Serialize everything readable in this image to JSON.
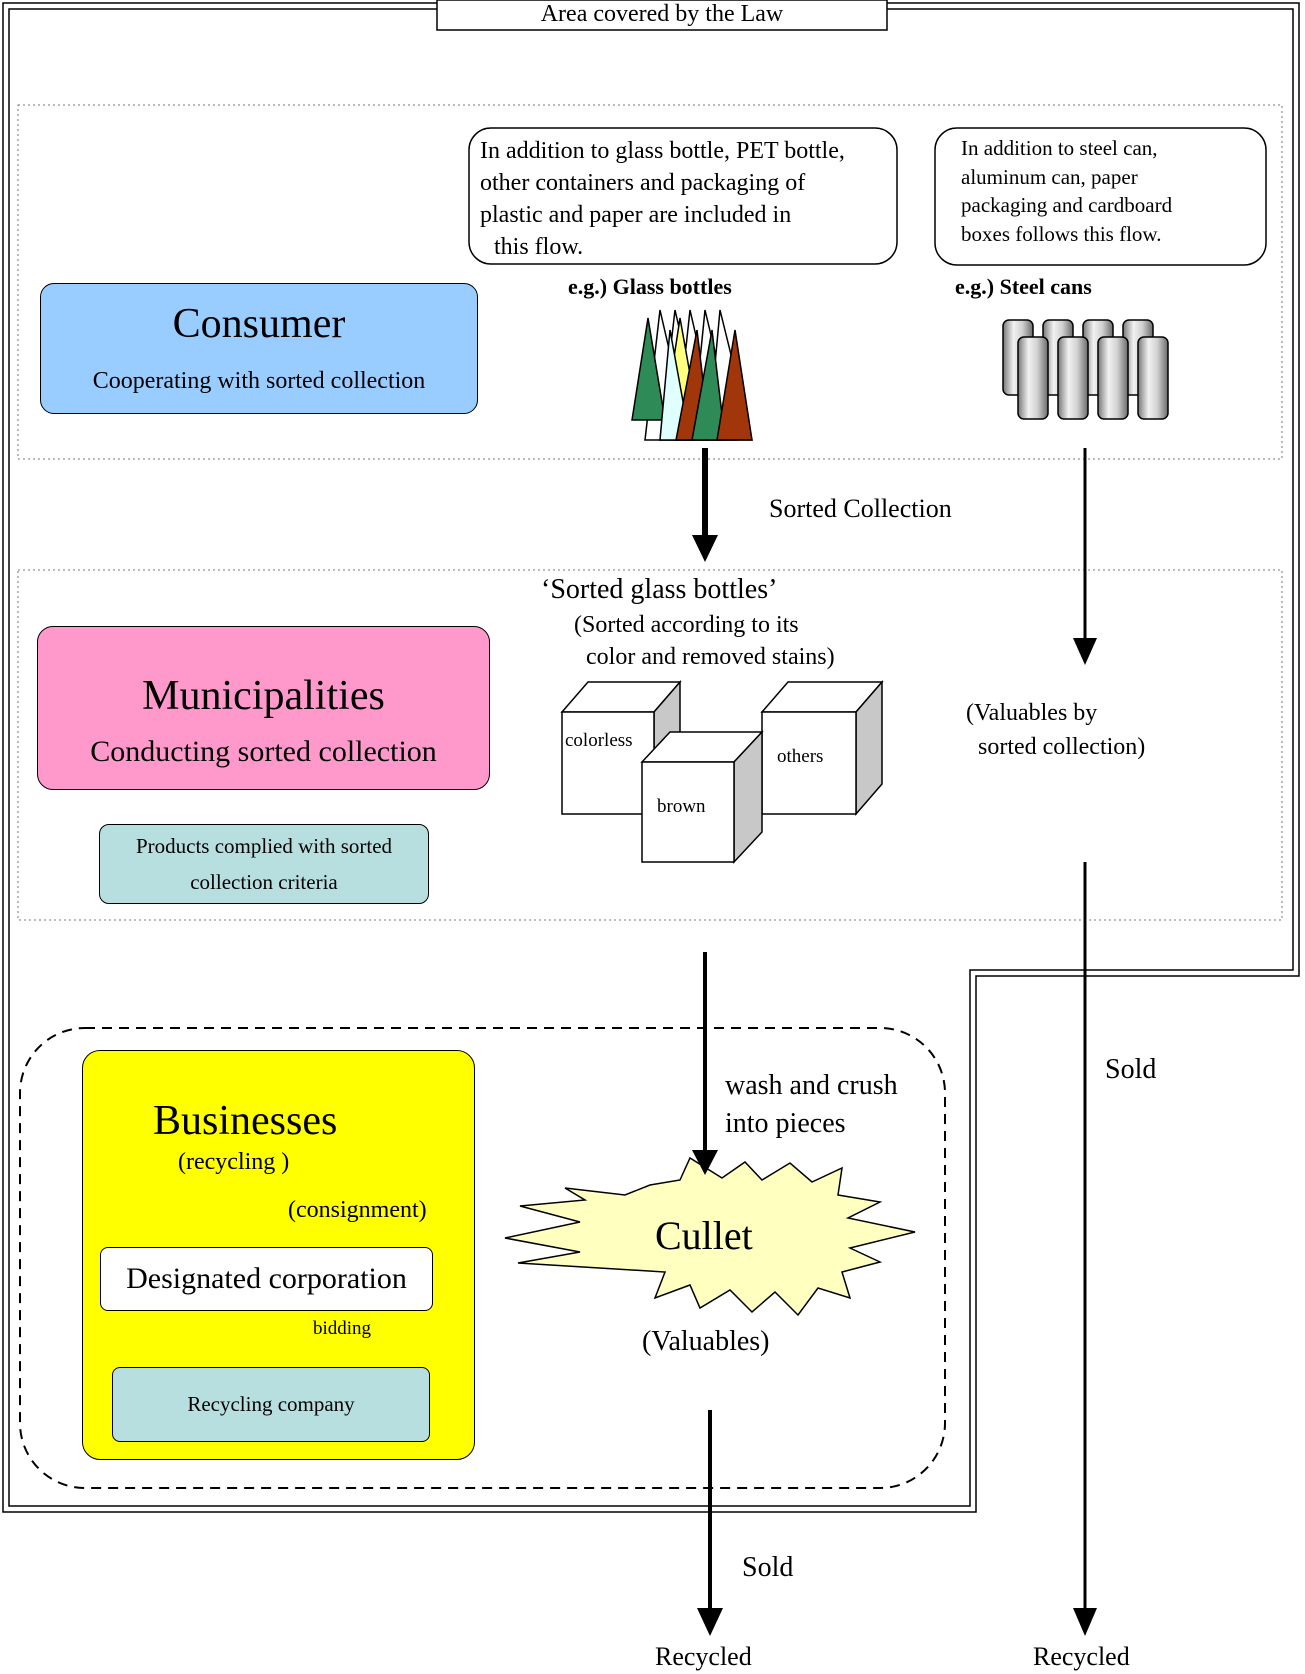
{
  "law_area": {
    "label": "Area covered by the Law"
  },
  "notes": {
    "glass_note": [
      "In addition to glass bottle, PET bottle,",
      "other containers and packaging of",
      "plastic and paper are included in",
      "this flow."
    ],
    "steel_note": [
      "In addition to steel can,",
      "aluminum can, paper",
      "packaging and cardboard",
      "boxes follows this flow."
    ]
  },
  "examples": {
    "glass": "e.g.) Glass bottles",
    "steel": "e.g.) Steel cans"
  },
  "consumer": {
    "title": "Consumer",
    "subtitle": "Cooperating with sorted collection"
  },
  "flow": {
    "sorted_collection": "Sorted Collection"
  },
  "sorted_glass": {
    "title": "‘Sorted glass bottles’",
    "note_line1": "(Sorted according to its",
    "note_line2": "color and removed stains)"
  },
  "cubes": {
    "colorless": "colorless",
    "brown": "brown",
    "others": "others"
  },
  "valuables_by_sorted": {
    "line1": "(Valuables by",
    "line2": "sorted collection)"
  },
  "municipalities": {
    "title": "Municipalities",
    "subtitle": "Conducting sorted collection"
  },
  "criteria": {
    "line1": "Products complied with sorted",
    "line2": "collection criteria"
  },
  "businesses": {
    "title": "Businesses",
    "recycling": "(recycling )",
    "consignment": "(consignment)",
    "designated": "Designated corporation",
    "bidding": "bidding",
    "recycling_company": "Recycling company"
  },
  "wash": {
    "line1": "wash and crush",
    "line2": "into pieces"
  },
  "cullet": {
    "label": "Cullet",
    "valuables": "(Valuables)"
  },
  "sold": {
    "right": "Sold",
    "bottom": "Sold"
  },
  "recycled": {
    "left": "Recycled",
    "right": "Recycled"
  },
  "colors": {
    "consumer_fill": "#99ccff",
    "municipal_fill": "#ff99cc",
    "criteria_fill": "#b8dfe0",
    "business_fill": "#ffff00",
    "recycle_co_fill": "#b8dfe0",
    "cullet_fill": "#ffffc0"
  }
}
